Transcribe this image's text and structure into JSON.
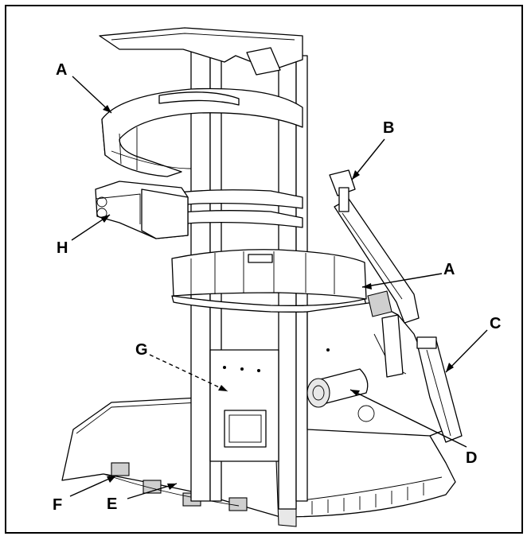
{
  "callouts": {
    "a_top": "A",
    "a_right": "A",
    "b": "B",
    "c": "C",
    "d": "D",
    "e": "E",
    "f": "F",
    "g": "G",
    "h": "H"
  }
}
